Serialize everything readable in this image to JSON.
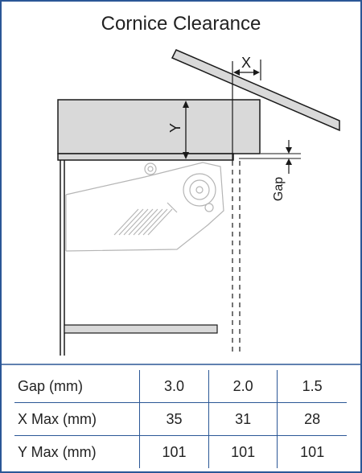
{
  "title": "Cornice Clearance",
  "labels": {
    "x": "X",
    "y": "Y",
    "gap": "Gap"
  },
  "table": {
    "rows": [
      {
        "label": "Gap (mm)",
        "values": [
          "3.0",
          "2.0",
          "1.5"
        ]
      },
      {
        "label": "X Max (mm)",
        "values": [
          "35",
          "31",
          "28"
        ]
      },
      {
        "label": "Y Max (mm)",
        "values": [
          "101",
          "101",
          "101"
        ]
      }
    ]
  },
  "colors": {
    "border": "#2b5796",
    "cornice_fill": "#d9d9d9",
    "line": "#1a1a1a",
    "faint_line": "#b5b5b5"
  }
}
